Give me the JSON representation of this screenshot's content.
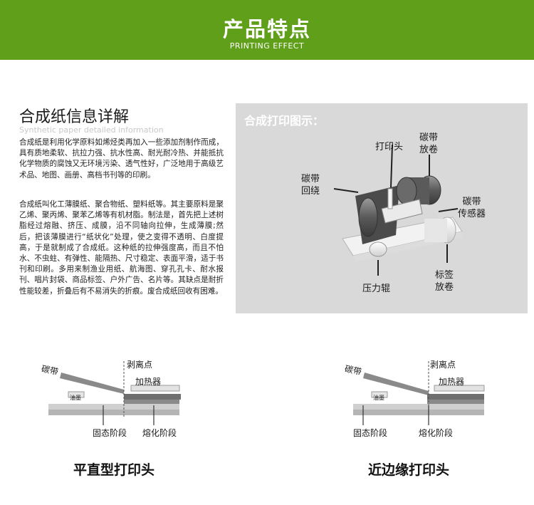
{
  "banner": {
    "title": "产品特点",
    "subtitle": "PRINTING EFFECT",
    "color": "#5f9f1a"
  },
  "info": {
    "title": "合成纸信息详解",
    "subtitle": "Synthetic paper detailed information",
    "paragraph1": "合成纸是利用化学原料如烯烃类再加入一些添加剂制作而成，具有质地柔软、抗拉力强、抗水性高、耐光耐冷热、并能抵抗化学物质的腐蚀又无环境污染、透气性好，广泛地用于高级艺术品、地图、画册、高档书刊等的印刷。",
    "paragraph2": "合成纸叫化工薄膜纸、聚合物纸、塑料纸等。其主要原料是聚乙烯、聚丙烯、聚苯乙烯等有机材脂。制法是，首先把上述树脂经过熔融、挤压、成膜，沿不同轴向拉伸，生成薄膜;然后，把该薄膜进行“纸状化”处理，使之变得不透明、白度提高，于是就制成了合成纸。这种纸的拉伸强度高，而且不怕水、不虫蛀、有弹性、能隔热、尺寸稳定、表面平滑，适于书刊和印刷。多用来制渔业用纸、航海图、穿孔孔卡、耐水报刊、唱片封袋、商品标签、户外广告、名片等。其缺点是耐折性能较差，折叠后有不易消失的折痕。废合成纸回收有困难。"
  },
  "print_diagram": {
    "title": "合成打印图示：",
    "labels": {
      "print_head": "打印头",
      "ribbon_rewind": "碳带\n放卷",
      "ribbon_return": "碳带\n回绕",
      "ribbon_sensor": "碳带\n传感器",
      "pressure_roller": "压力辊",
      "label_unwind": "标签\n放卷"
    }
  },
  "heads": [
    {
      "caption": "平直型打印头",
      "ribbon": "碳带",
      "peel_point": "剥离点",
      "heater": "加热器",
      "ink": "油墨",
      "solid_stage": "固态阶段",
      "melt_stage": "熔化阶段"
    },
    {
      "caption": "近边缘打印头",
      "ribbon": "碳带",
      "peel_point": "剥离点",
      "heater": "加热器",
      "ink": "油墨",
      "solid_stage": "固态阶段",
      "melt_stage": "熔化阶段"
    }
  ]
}
